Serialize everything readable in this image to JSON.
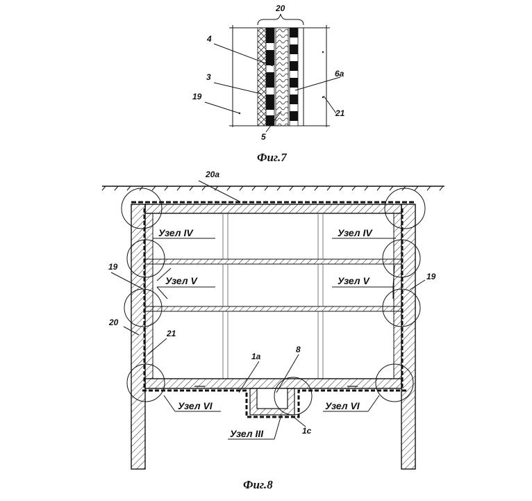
{
  "fig7": {
    "caption": "Фиг.7",
    "labels": {
      "l20": "20",
      "l4": "4",
      "l3": "3",
      "l19": "19",
      "l6a": "6а",
      "l21": "21",
      "l5": "5"
    }
  },
  "fig8": {
    "caption": "Фиг.8",
    "labels": {
      "l20a": "20а",
      "uzel4_left": "Узел  IV",
      "uzel4_right": "Узел  IV",
      "uzel5_left": "Узел  V",
      "uzel5_right": "Узел  V",
      "l19_left": "19",
      "l19_right": "19",
      "l20": "20",
      "l21": "21",
      "l1a": "1а",
      "l8": "8",
      "uzel6_left": "Узел  VI",
      "uzel6_right": "Узел  VI",
      "uzel3": "Узел  III",
      "l1c": "1с"
    }
  }
}
